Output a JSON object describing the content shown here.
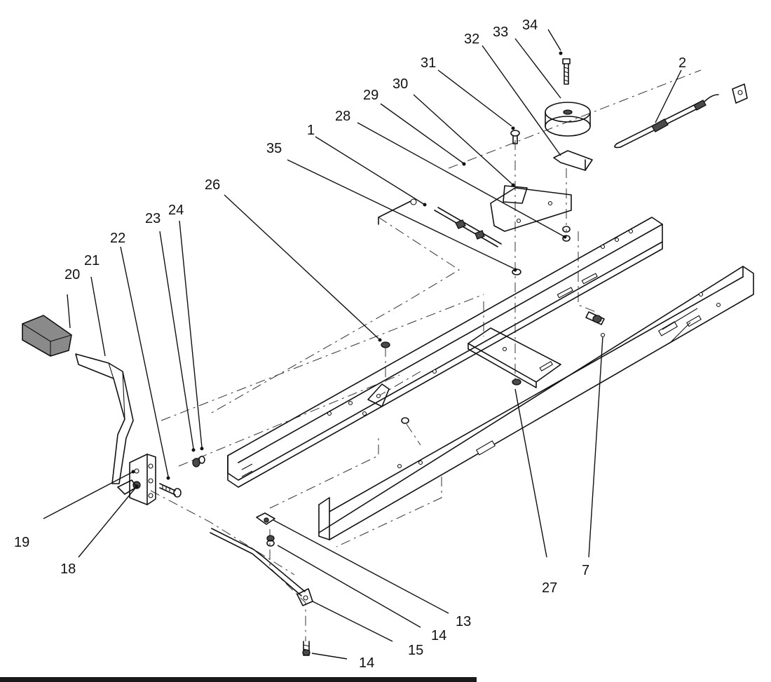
{
  "diagram": {
    "callouts": [
      {
        "id": "c34",
        "text": "34"
      },
      {
        "id": "c33",
        "text": "33"
      },
      {
        "id": "c32",
        "text": "32"
      },
      {
        "id": "c2",
        "text": "2"
      },
      {
        "id": "c31",
        "text": "31"
      },
      {
        "id": "c30",
        "text": "30"
      },
      {
        "id": "c29",
        "text": "29"
      },
      {
        "id": "c28",
        "text": "28"
      },
      {
        "id": "c1",
        "text": "1"
      },
      {
        "id": "c35",
        "text": "35"
      },
      {
        "id": "c26",
        "text": "26"
      },
      {
        "id": "c23",
        "text": "23"
      },
      {
        "id": "c24",
        "text": "24"
      },
      {
        "id": "c22",
        "text": "22"
      },
      {
        "id": "c21",
        "text": "21"
      },
      {
        "id": "c20",
        "text": "20"
      },
      {
        "id": "c19",
        "text": "19"
      },
      {
        "id": "c18",
        "text": "18"
      },
      {
        "id": "c27",
        "text": "27"
      },
      {
        "id": "c7",
        "text": "7"
      },
      {
        "id": "c13",
        "text": "13"
      },
      {
        "id": "c14a",
        "text": "14"
      },
      {
        "id": "c15",
        "text": "15"
      },
      {
        "id": "c14b",
        "text": "14"
      }
    ]
  }
}
